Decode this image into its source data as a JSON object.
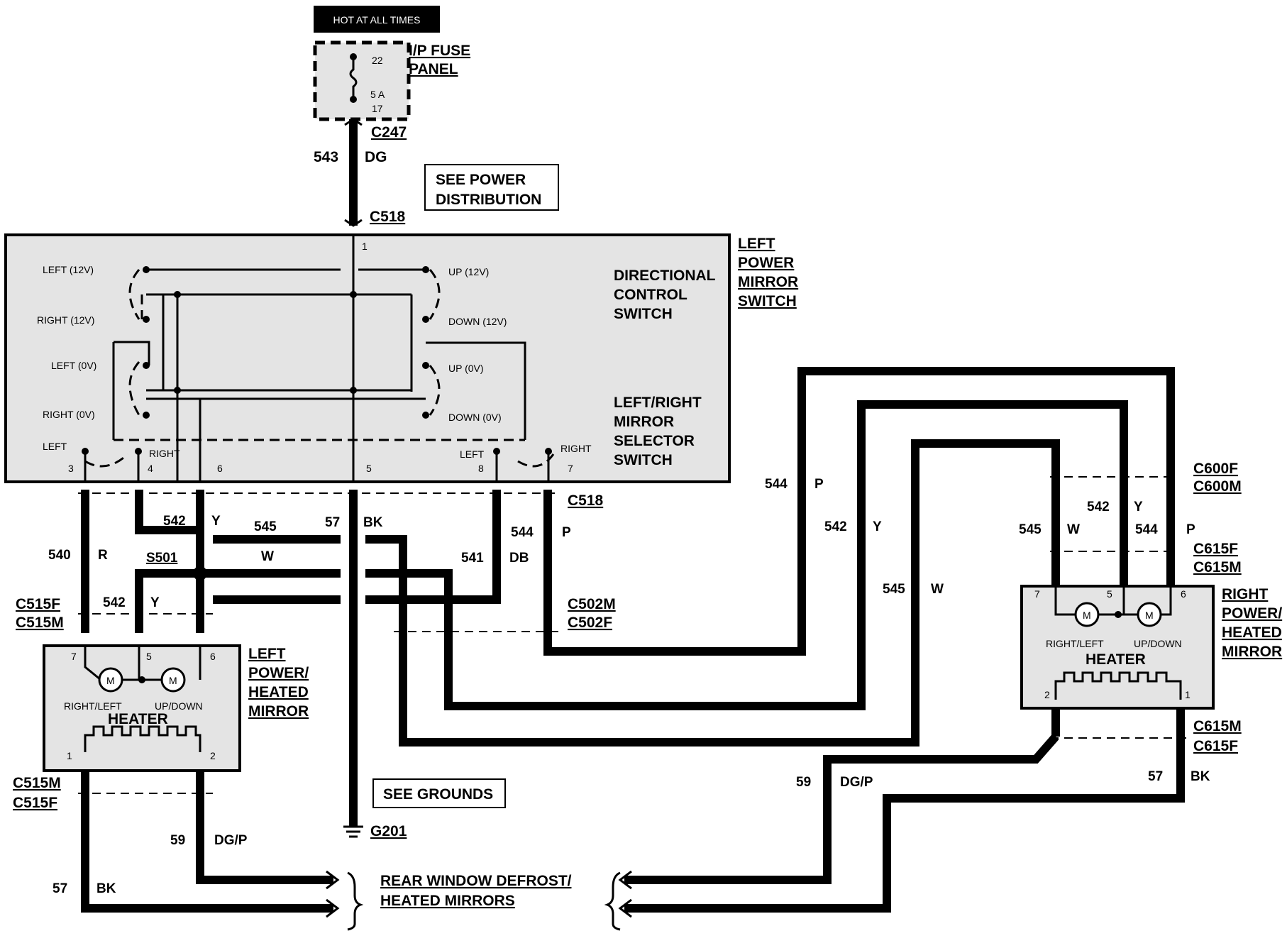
{
  "hot_label": "HOT AT ALL TIMES",
  "fuse_panel": {
    "name_line1": "I/P FUSE",
    "name_line2": "PANEL",
    "pin_top": "22",
    "rating": "5 A",
    "pin_bottom": "17"
  },
  "connectors": {
    "c247": "C247",
    "c518_top": "C518",
    "c518_mid": "C518",
    "c515f_top": "C515F",
    "c515m_top": "C515M",
    "c515m_bot": "C515M",
    "c515f_bot": "C515F",
    "c502m": "C502M",
    "c502f": "C502F",
    "c600f": "C600F",
    "c600m": "C600M",
    "c615f_top": "C615F",
    "c615m_top": "C615M",
    "c615m_bot": "C615M",
    "c615f_bot": "C615F",
    "s501": "S501",
    "g201": "G201"
  },
  "notes": {
    "power_line1": "SEE POWER",
    "power_line2": "DISTRIBUTION",
    "grounds": "SEE GROUNDS",
    "rear_line1": "REAR WINDOW DEFROST/",
    "rear_line2": "HEATED MIRRORS"
  },
  "switch": {
    "title": [
      "LEFT",
      "POWER",
      "MIRROR",
      "SWITCH"
    ],
    "directional": [
      "DIRECTIONAL",
      "CONTROL",
      "SWITCH"
    ],
    "selector": [
      "LEFT/RIGHT",
      "MIRROR",
      "SELECTOR",
      "SWITCH"
    ],
    "left_labels": [
      "LEFT (12V)",
      "RIGHT (12V)",
      "LEFT (0V)",
      "RIGHT (0V)",
      "LEFT"
    ],
    "right_labels": [
      "UP (12V)",
      "DOWN (12V)",
      "UP (0V)",
      "DOWN (0V)",
      "LEFT"
    ],
    "right_small": "RIGHT",
    "right_small_2": "RIGHT",
    "pins": [
      "3",
      "4",
      "6",
      "5",
      "8",
      "7",
      "1"
    ]
  },
  "left_mirror": {
    "title": [
      "LEFT",
      "POWER/",
      "HEATED",
      "MIRROR"
    ],
    "rl": "RIGHT/LEFT",
    "ud": "UP/DOWN",
    "heater": "HEATER",
    "motor": "M",
    "pins": [
      "7",
      "5",
      "6",
      "1",
      "2"
    ]
  },
  "right_mirror": {
    "title": [
      "RIGHT",
      "POWER/",
      "HEATED",
      "MIRROR"
    ],
    "rl": "RIGHT/LEFT",
    "ud": "UP/DOWN",
    "heater": "HEATER",
    "motor": "M",
    "pins": [
      "7",
      "5",
      "6",
      "2",
      "1"
    ]
  },
  "wires": {
    "w543": {
      "num": "543",
      "color": "DG"
    },
    "w542a": {
      "num": "542",
      "color": "Y"
    },
    "w545a": {
      "num": "545",
      "color": "W"
    },
    "w57a": {
      "num": "57",
      "color": "BK"
    },
    "w540": {
      "num": "540",
      "color": "R"
    },
    "w541": {
      "num": "541",
      "color": "DB"
    },
    "w544a": {
      "num": "544",
      "color": "P"
    },
    "w542b": {
      "num": "542",
      "color": "Y"
    },
    "w59a": {
      "num": "59",
      "color": "DG/P"
    },
    "w57b": {
      "num": "57",
      "color": "BK"
    },
    "w544b": {
      "num": "544",
      "color": "P"
    },
    "w542c": {
      "num": "542",
      "color": "Y"
    },
    "w545b": {
      "num": "545",
      "color": "W"
    },
    "w545c": {
      "num": "545",
      "color": "W"
    },
    "w542d": {
      "num": "542",
      "color": "Y"
    },
    "w544c": {
      "num": "544",
      "color": "P"
    },
    "w59b": {
      "num": "59",
      "color": "DG/P"
    },
    "w57c": {
      "num": "57",
      "color": "BK"
    }
  }
}
